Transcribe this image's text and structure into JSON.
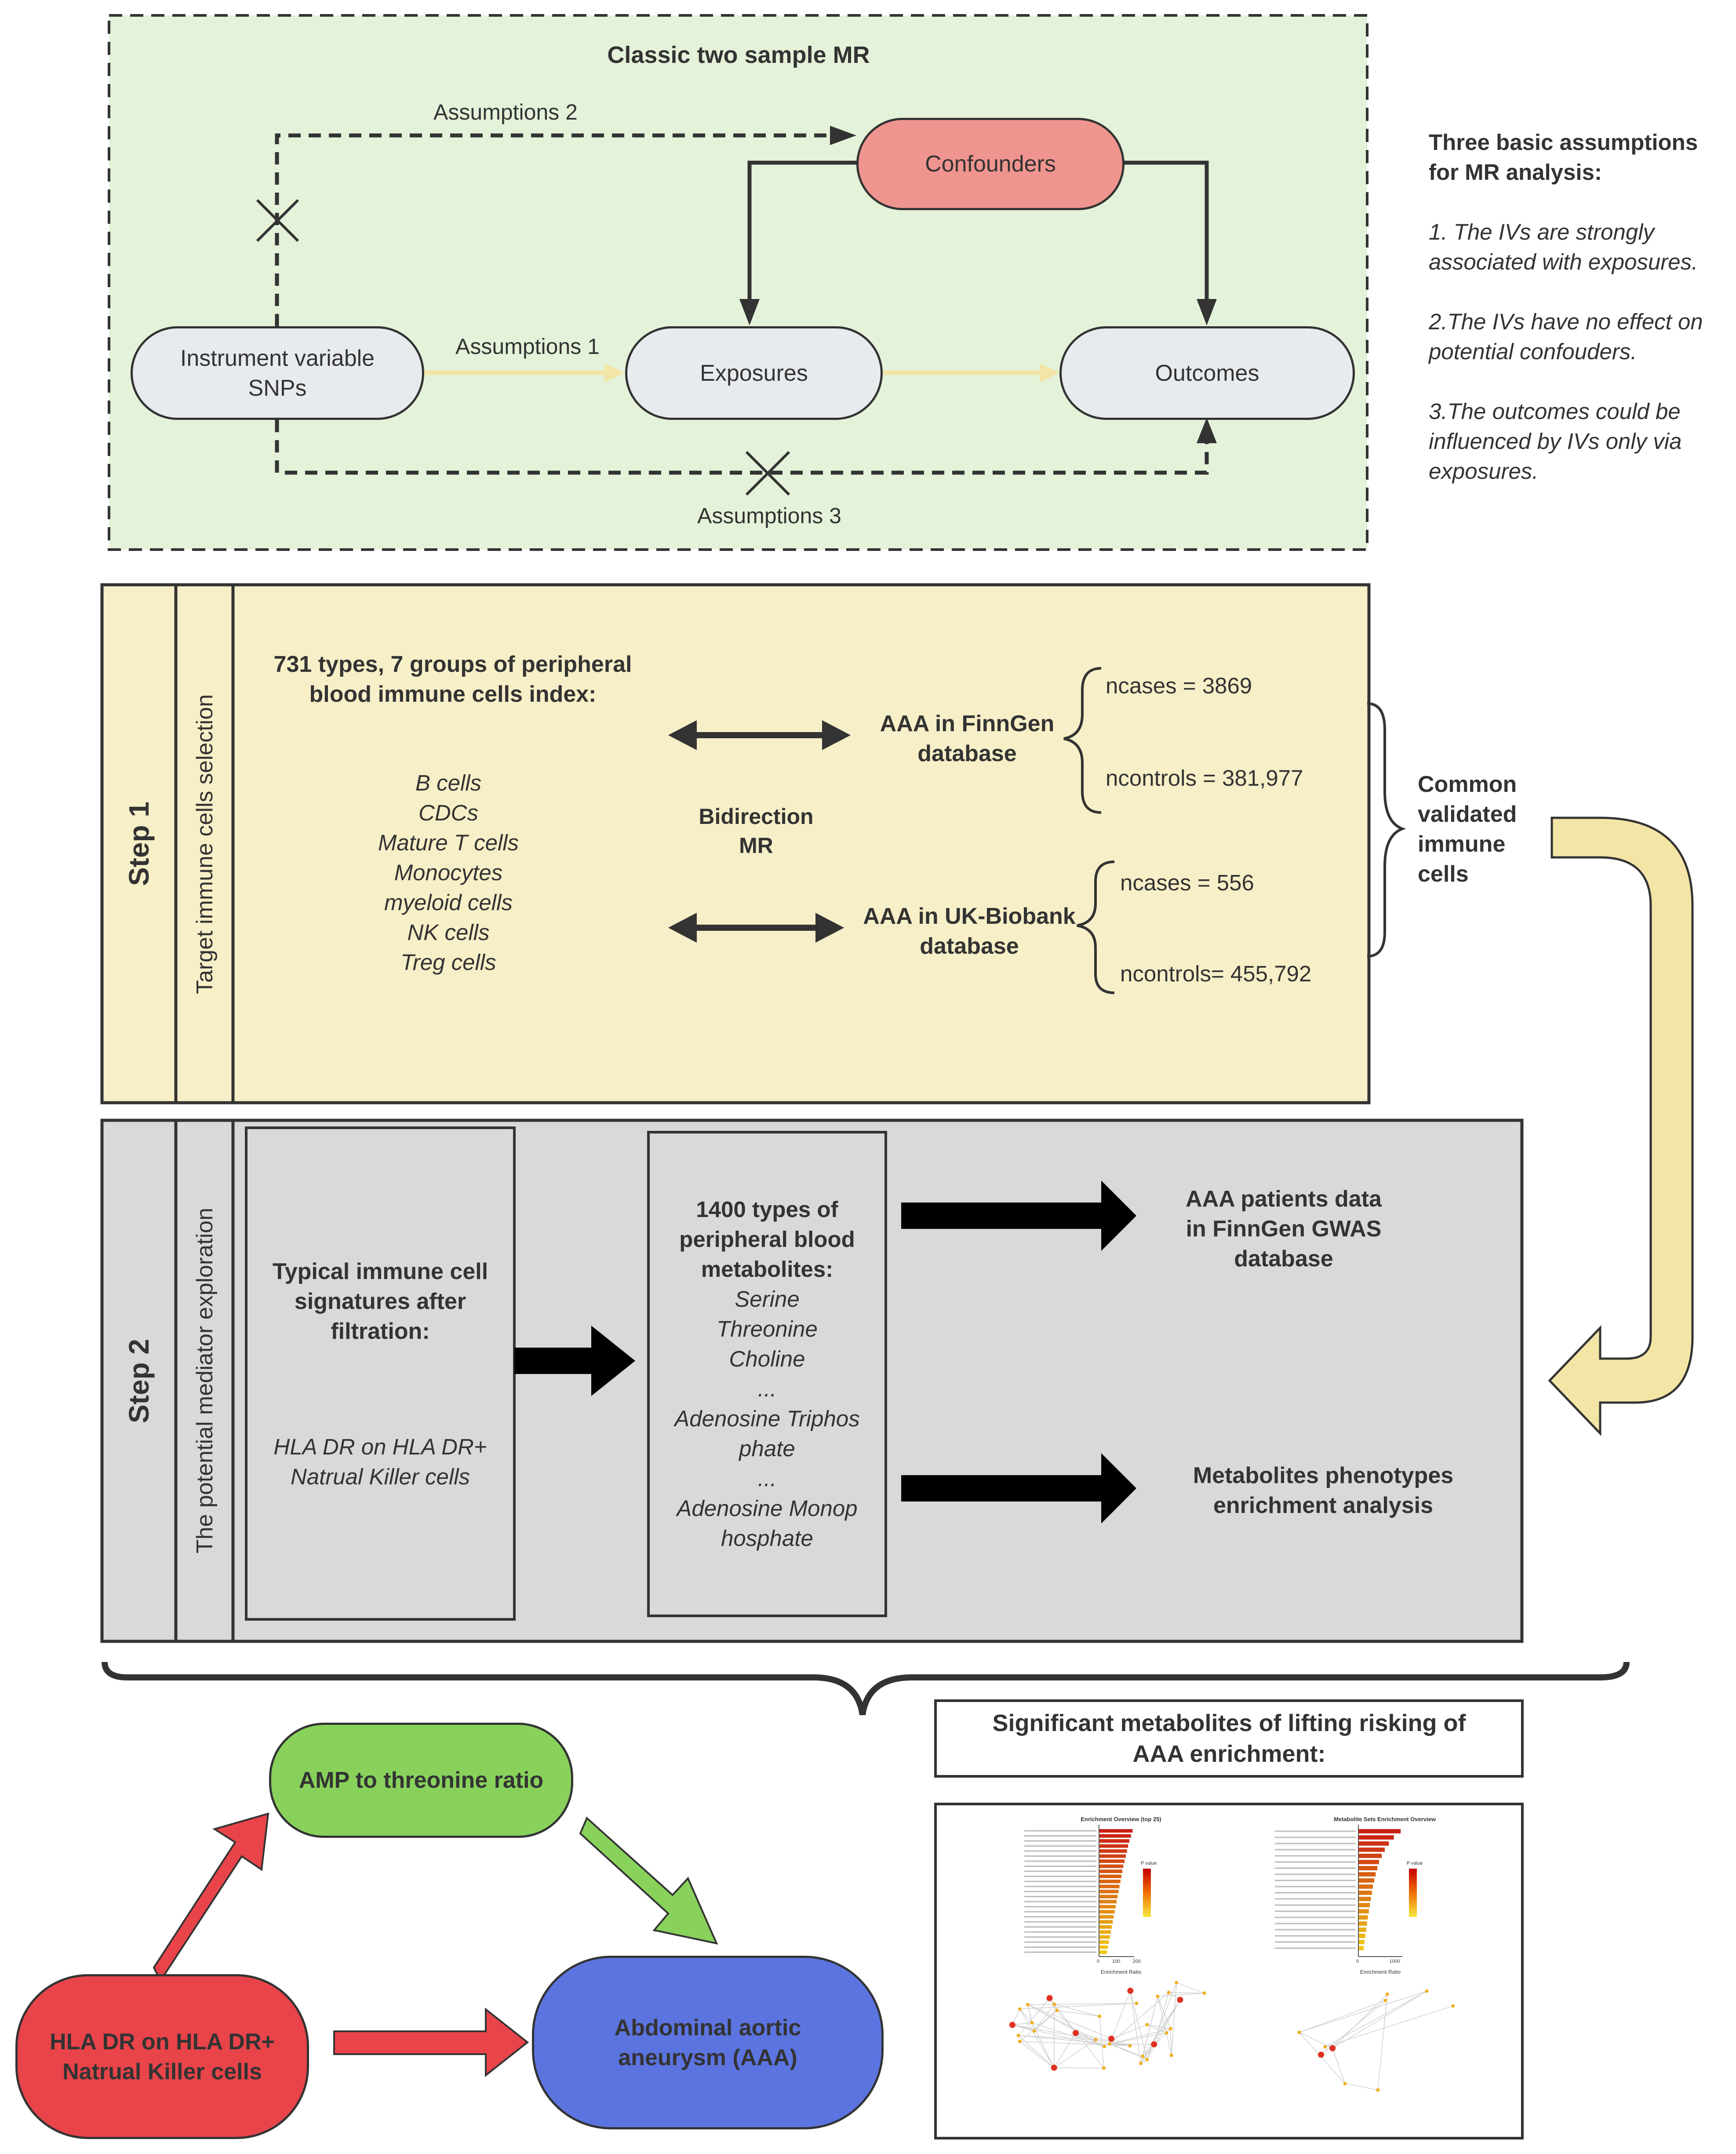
{
  "section1": {
    "title": "Classic two sample MR",
    "nodes": {
      "iv": [
        "Instrument variable",
        "SNPs"
      ],
      "exposures": "Exposures",
      "outcomes": "Outcomes",
      "confounders": "Confounders"
    },
    "assumption1": "Assumptions 1",
    "assumption2": "Assumptions 2",
    "assumption3": "Assumptions 3"
  },
  "assumptions_panel": {
    "heading": [
      "Three basic assumptions",
      "for MR analysis:"
    ],
    "items": [
      [
        "1. The IVs are strongly",
        "associated with exposures."
      ],
      [
        "2.The IVs have no effect on",
        "potential confouders."
      ],
      [
        "3.The outcomes could be",
        "influenced by IVs only via",
        "exposures."
      ]
    ]
  },
  "step1": {
    "step_label": "Step 1",
    "sub_label": "Target immune cells selection",
    "heading": [
      "731 types, 7 groups of peripheral",
      "blood immune cells index:"
    ],
    "cells": [
      "B cells",
      "CDCs",
      "Mature T cells",
      "Monocytes",
      "myeloid cells",
      "NK cells",
      "Treg cells"
    ],
    "bidirection": [
      "Bidirection",
      "MR"
    ],
    "finngen": [
      "AAA in FinnGen",
      "database"
    ],
    "finngen_cases": "ncases = 3869",
    "finngen_controls": "ncontrols = 381,977",
    "ukb": [
      "AAA in UK-Biobank",
      "database"
    ],
    "ukb_cases": "ncases = 556",
    "ukb_controls": "ncontrols= 455,792",
    "common": [
      "Common",
      "validated",
      "immune",
      "cells"
    ]
  },
  "step2": {
    "step_label": "Step 2",
    "sub_label": "The potential mediator exploration",
    "signature_heading": [
      "Typical immune cell",
      "signatures after",
      "filtration:"
    ],
    "signature_cell": [
      "HLA DR on HLA DR+",
      "Natrual Killer cells"
    ],
    "metabolites_heading": [
      "1400 types of",
      "peripheral blood",
      "metabolites:"
    ],
    "metabolites": [
      "Serine",
      "Threonine",
      "Choline",
      "...",
      "Adenosine Triphos",
      "phate",
      "...",
      "Adenosine Monop",
      "hosphate"
    ],
    "finngen_gwas": [
      "AAA patients data",
      "in FinnGen GWAS",
      "database"
    ],
    "enrichment": [
      "Metabolites phenotypes",
      "enrichment analysis"
    ]
  },
  "bottom": {
    "nk_cells": [
      "HLA DR on HLA DR+",
      "Natrual Killer cells"
    ],
    "amp_ratio": "AMP to threonine ratio",
    "aaa": [
      "Abdominal aortic",
      "aneurysm (AAA)"
    ],
    "enrichment_title": [
      "Significant metabolites of lifting risking of",
      "AAA enrichment:"
    ]
  },
  "thumbnails": {
    "left_title": "Enrichment Overview (top 25)",
    "right_title": "Metabolite Sets Enrichment Overview",
    "axis_label": "Enrichment Ratio",
    "legend_label": "P value",
    "left_ticks": [
      "0",
      "100",
      "200"
    ],
    "right_ticks": [
      "0",
      "1000"
    ],
    "left_values": [
      210,
      200,
      190,
      182,
      175,
      168,
      160,
      152,
      146,
      140,
      134,
      128,
      122,
      116,
      110,
      104,
      98,
      92,
      86,
      80,
      74,
      68,
      62,
      56,
      50
    ],
    "right_values": [
      1250,
      1050,
      900,
      780,
      690,
      610,
      560,
      510,
      470,
      430,
      400,
      370,
      340,
      310,
      280,
      255,
      230,
      205,
      180,
      160
    ]
  },
  "colors": {
    "section1_bg": "#e4f2d9",
    "step1_bg": "#f7efc7",
    "step2_bg": "#d9d9d9",
    "pill_bg": "#e8ebee",
    "confounders": "#f0948f",
    "yellow_arrow": "#f3e5a6",
    "red": "#e8444a",
    "green": "#88d25c",
    "blue": "#5b74e0"
  }
}
